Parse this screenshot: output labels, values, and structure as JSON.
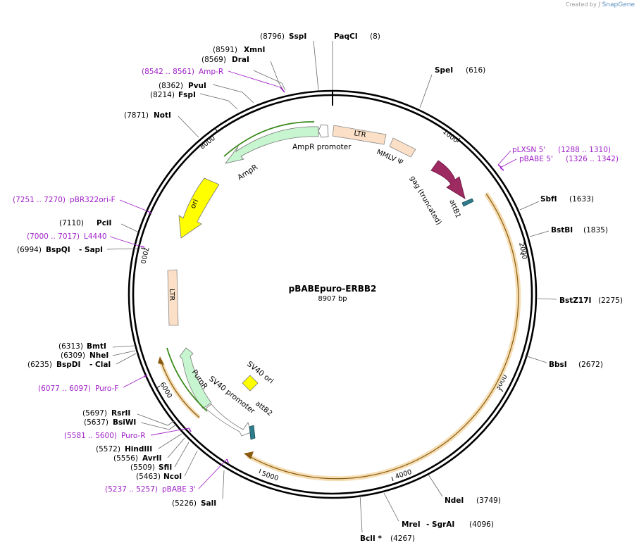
{
  "credit": {
    "prefix": "Created by",
    "brand": "SnapGene"
  },
  "plasmid": {
    "name": "pBABEpuro-ERBB2",
    "length": "8907 bp"
  },
  "colors": {
    "site": "#000000",
    "primer": "#a020c8",
    "leader": "#555555",
    "ltr_fill": "#fbe0c7",
    "marker_fill": "#c7f5cf",
    "marker_stroke": "#4a9a2a",
    "ori_fill": "#ffff00",
    "gag_fill": "#9e2a62",
    "orf_stroke": "#e8a43a",
    "att_fill": "#2e7d8c",
    "sv40ori_fill": "#ffff00"
  },
  "ticks": [
    {
      "label": "1000"
    },
    {
      "label": "2000"
    },
    {
      "label": "3000"
    },
    {
      "label": "4000"
    },
    {
      "label": "5000"
    },
    {
      "label": "6000"
    },
    {
      "label": "7000"
    },
    {
      "label": "8000"
    }
  ],
  "sites": [
    {
      "pos": "(8796)",
      "name": "SspI"
    },
    {
      "pos": "(8)",
      "name": "PaqCI"
    },
    {
      "pos": "(8591)",
      "name": "XmnI"
    },
    {
      "pos": "(8569)",
      "name": "DraI"
    },
    {
      "pos": "(616)",
      "name": "SpeI"
    },
    {
      "pos": "(8362)",
      "name": "PvuI"
    },
    {
      "pos": "(8214)",
      "name": "FspI"
    },
    {
      "pos": "(7871)",
      "name": "NotI"
    },
    {
      "pos": "(1633)",
      "name": "SbfI"
    },
    {
      "pos": "(1835)",
      "name": "BstBI"
    },
    {
      "pos": "(7110)",
      "name": "PciI"
    },
    {
      "pos": "(6994)",
      "name": "BspQI",
      "alt": "- SapI"
    },
    {
      "pos": "(2275)",
      "name": "BstZ17I"
    },
    {
      "pos": "(6313)",
      "name": "BmtI"
    },
    {
      "pos": "(6309)",
      "name": "NheI"
    },
    {
      "pos": "(6235)",
      "name": "BspDI",
      "alt": "- ClaI"
    },
    {
      "pos": "(2672)",
      "name": "BbsI"
    },
    {
      "pos": "(5697)",
      "name": "RsrII"
    },
    {
      "pos": "(5637)",
      "name": "BsiWI"
    },
    {
      "pos": "(5572)",
      "name": "HindIII"
    },
    {
      "pos": "(5556)",
      "name": "AvrII"
    },
    {
      "pos": "(5509)",
      "name": "SfiI"
    },
    {
      "pos": "(5463)",
      "name": "NcoI"
    },
    {
      "pos": "(3749)",
      "name": "NdeI"
    },
    {
      "pos": "(4096)",
      "name": "MreI",
      "alt": "- SgrAI"
    },
    {
      "pos": "(5226)",
      "name": "SalI"
    },
    {
      "pos": "(4267)",
      "name": "BclI *"
    }
  ],
  "primers": [
    {
      "range": "(8542 .. 8561)",
      "name": "Amp-R"
    },
    {
      "range": "(1288 .. 1310)",
      "name": "pLXSN 5'"
    },
    {
      "range": "(1326 .. 1342)",
      "name": "pBABE 5'"
    },
    {
      "range": "(7251 .. 7270)",
      "name": "pBR322ori-F"
    },
    {
      "range": "(7000 .. 7017)",
      "name": "L4440"
    },
    {
      "range": "(6077 .. 6097)",
      "name": "Puro-F"
    },
    {
      "range": "(5581 .. 5600)",
      "name": "Puro-R"
    },
    {
      "range": "(5237 .. 5257)",
      "name": "pBABE 3'"
    }
  ],
  "features": [
    {
      "label": "LTR"
    },
    {
      "label": "MMLV Ψ"
    },
    {
      "label": "gag (truncated)"
    },
    {
      "label": "attB1"
    },
    {
      "label": "AmpR promoter"
    },
    {
      "label": "AmpR"
    },
    {
      "label": "ori"
    },
    {
      "label": "LTR"
    },
    {
      "label": "PuroR"
    },
    {
      "label": "SV40 promoter"
    },
    {
      "label": "SV40 ori"
    },
    {
      "label": "attB2"
    }
  ]
}
